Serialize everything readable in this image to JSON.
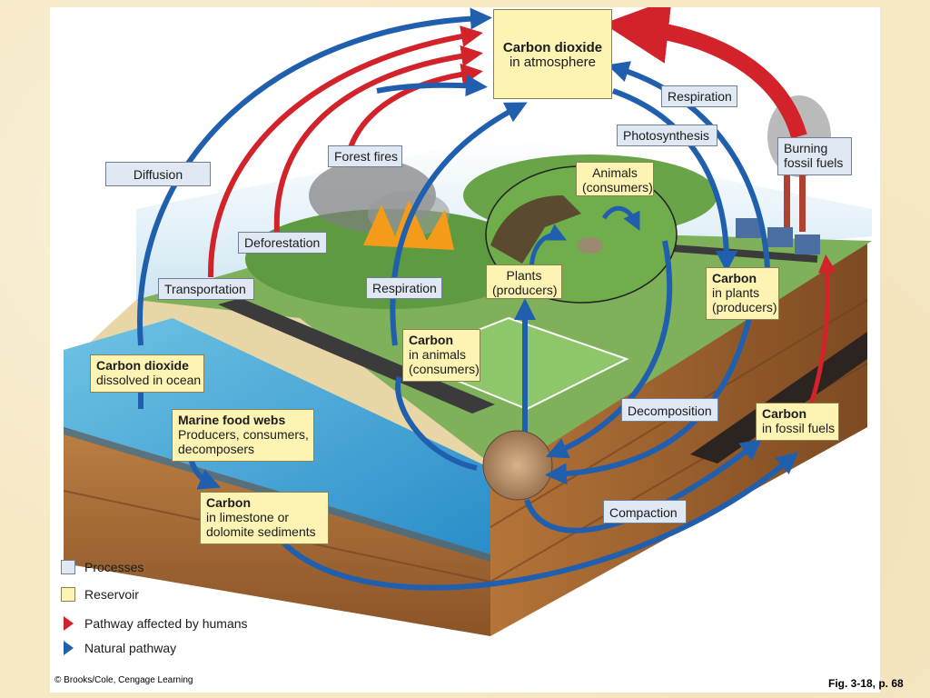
{
  "diagram": {
    "reservoirs": {
      "atmosphere": {
        "title": "Carbon dioxide",
        "sub": "in atmosphere"
      },
      "ocean": {
        "title": "Carbon dioxide",
        "sub": "dissolved in ocean"
      },
      "marine_food_webs": {
        "title": "Marine food webs",
        "line1": "Producers, consumers,",
        "line2": "decomposers"
      },
      "limestone": {
        "title": "Carbon",
        "line1": "in limestone or",
        "line2": "dolomite sediments"
      },
      "animals": {
        "title": "Carbon",
        "line1": "in animals",
        "line2": "(consumers)"
      },
      "plants_carbon": {
        "title": "Carbon",
        "line1": "in plants",
        "line2": "(producers)"
      },
      "fossil_fuels": {
        "title": "Carbon",
        "line1": "in fossil fuels"
      }
    },
    "processes": {
      "diffusion": "Diffusion",
      "forest_fires": "Forest fires",
      "deforestation": "Deforestation",
      "transportation": "Transportation",
      "respiration_left": "Respiration",
      "respiration_right": "Respiration",
      "photosynthesis": "Photosynthesis",
      "burning_fossil_line1": "Burning",
      "burning_fossil_line2": "fossil fuels",
      "decomposition": "Decomposition",
      "compaction": "Compaction",
      "animals_line1": "Animals",
      "animals_line2": "(consumers)",
      "plants_line1": "Plants",
      "plants_line2": "(producers)"
    },
    "legend": {
      "processes": "Processes",
      "reservoir": "Reservoir",
      "human": "Pathway affected by humans",
      "natural": "Natural pathway"
    },
    "colors": {
      "human_pathway": "#d2232a",
      "natural_pathway": "#1f5fae",
      "process_fill": "#dfe8f3",
      "reservoir_fill": "#fdf4b4"
    }
  },
  "credit": "© Brooks/Cole, Cengage Learning",
  "figure_ref": "Fig. 3-18, p. 68"
}
